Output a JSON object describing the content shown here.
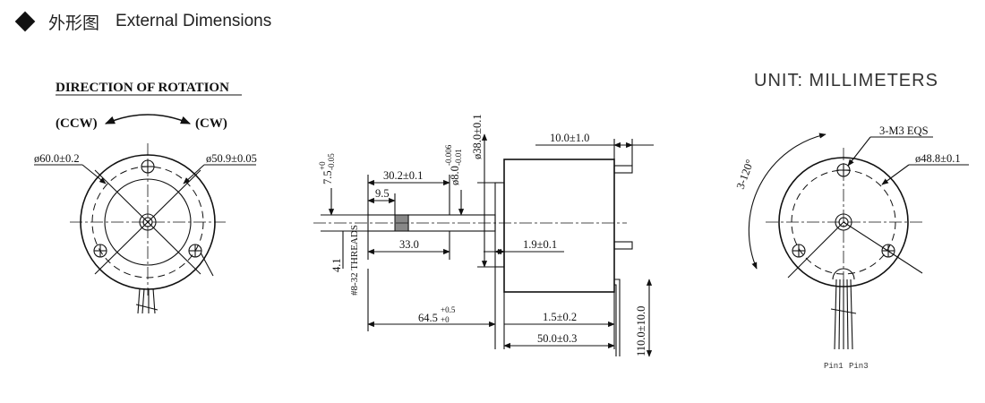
{
  "header": {
    "title_cn": "外形图",
    "title_en": "External Dimensions",
    "marker_icon": "diamond-icon"
  },
  "unit_label": "UNIT: MILLIMETERS",
  "left_view": {
    "rotation_title": "DIRECTION OF ROTATION",
    "ccw_label": "(CCW)",
    "cw_label": "(CW)",
    "outer_dia": "ø60.0±0.2",
    "inner_dia": "ø50.9±0.05"
  },
  "side_view": {
    "dim_7_5": "7.5",
    "dim_7_5_tol_top": "+0",
    "dim_7_5_tol_bottom": "-0.05",
    "dim_30_2": "30.2±0.1",
    "dim_9_5": "9.5",
    "dim_shaft_dia": "ø8.0",
    "dim_shaft_tol_top": "-0.006",
    "dim_shaft_tol_bottom": "-0.01",
    "dim_body_dia": "ø38.0±0.1",
    "dim_10": "10.0±1.0",
    "dim_33": "33.0",
    "dim_1_9": "1.9±0.1",
    "dim_4_1": "4.1",
    "threads": "#8-32 THREADS",
    "dim_64_5": "64.5",
    "dim_64_5_tol": "+0.5",
    "dim_64_5_tol2": "+0",
    "dim_1_5": "1.5±0.2",
    "dim_50": "50.0±0.3",
    "dim_110": "110.0±10.0"
  },
  "right_view": {
    "holes": "3-M3 EQS",
    "pcd": "ø48.8±0.1",
    "angle": "3-120°",
    "pin1": "Pin1",
    "pin3": "Pin3"
  }
}
